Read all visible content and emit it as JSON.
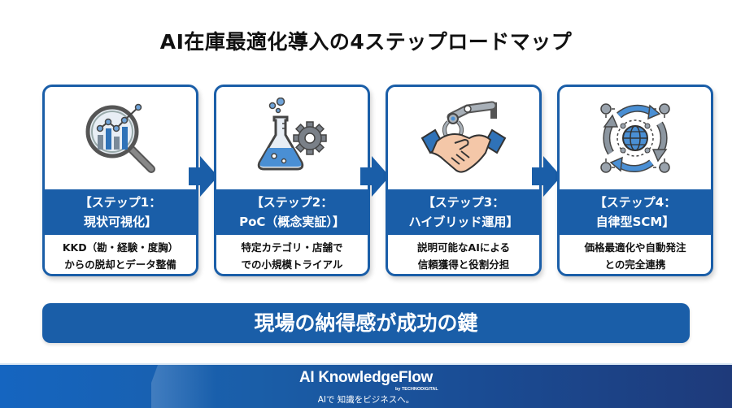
{
  "title": "AI在庫最適化導入の4ステップロードマップ",
  "steps": [
    {
      "icon": "magnifier-chart-icon",
      "heading_line1": "【ステップ1：",
      "heading_line2": "現状可視化】",
      "desc_line1": "KKD（勘・経験・度胸）",
      "desc_line2": "からの脱却とデータ整備"
    },
    {
      "icon": "flask-gear-icon",
      "heading_line1": "【ステップ2：",
      "heading_line2": "PoC（概念実証）】",
      "desc_line1": "特定カテゴリ・店舗で",
      "desc_line2": "での小規模トライアル"
    },
    {
      "icon": "robot-handshake-icon",
      "heading_line1": "【ステップ3：",
      "heading_line2": "ハイブリッド運用】",
      "desc_line1": "説明可能なAIによる",
      "desc_line2": "信頼獲得と役割分担"
    },
    {
      "icon": "globe-cycle-icon",
      "heading_line1": "【ステップ4：",
      "heading_line2": "自律型SCM】",
      "desc_line1": "価格最適化や自動発注",
      "desc_line2": "との完全連携"
    }
  ],
  "banner": "現場の納得感が成功の鍵",
  "footer": {
    "brand": "AI KnowledgeFlow",
    "by": "by TECHNODIGITAL",
    "tagline": "AIで 知識をビジネスへ。"
  },
  "colors": {
    "primary_blue": "#1a5ea8",
    "footer_left": "#1565c0",
    "footer_right": "#1e3a7a",
    "text": "#111111"
  }
}
